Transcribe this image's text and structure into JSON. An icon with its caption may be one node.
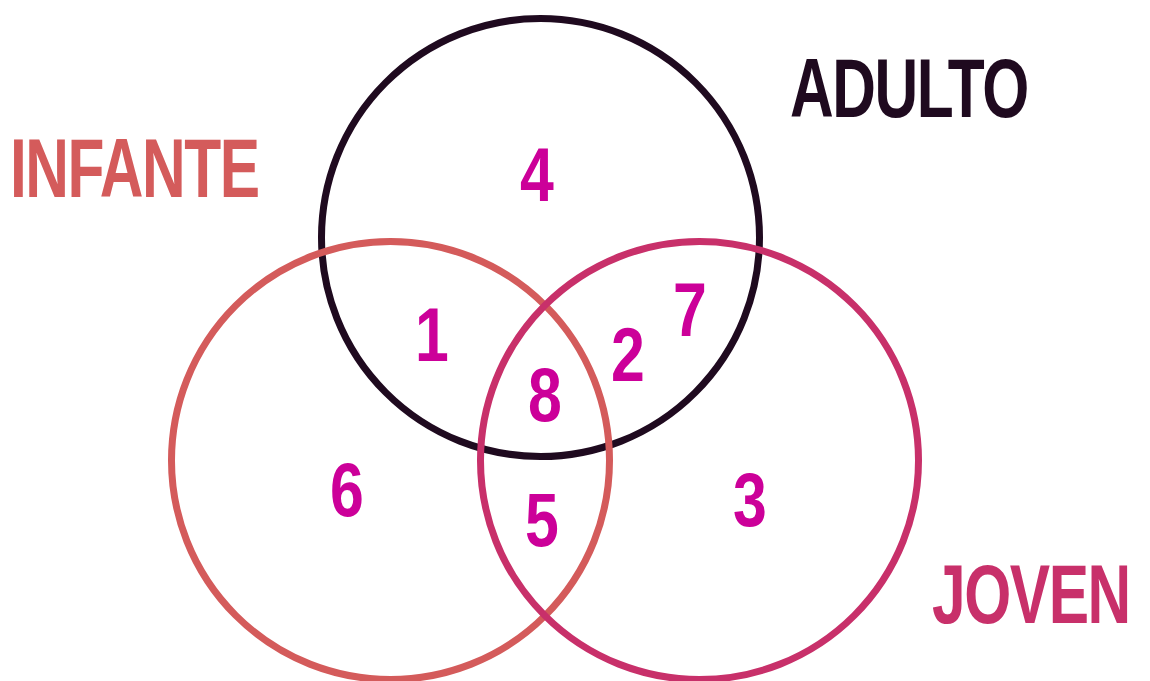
{
  "diagram": {
    "nodes": [
      {
        "text": [
          "ADULTO"
        ]
      },
      {
        "text": [
          "INFANTE"
        ]
      },
      {
        "text": [
          "JOVEN"
        ]
      }
    ],
    "labels": [
      "4",
      "7",
      "1",
      "2",
      "8",
      "6",
      "5",
      "3"
    ]
  }
}
